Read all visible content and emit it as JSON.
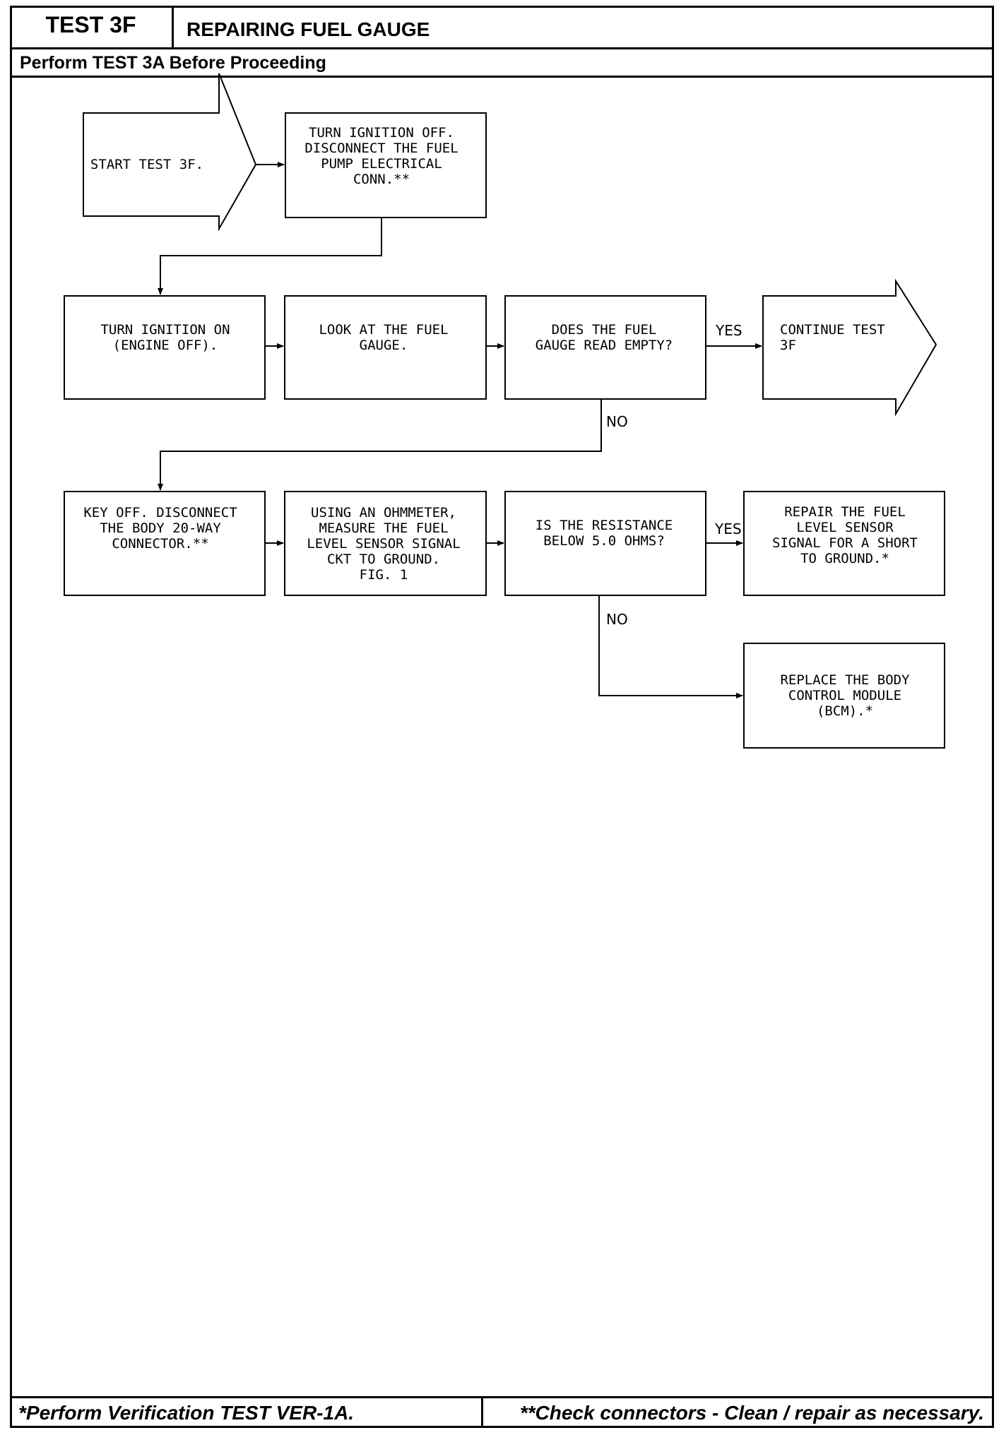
{
  "header": {
    "test_id": "TEST 3F",
    "title": "REPAIRING FUEL GAUGE",
    "subtitle": "Perform TEST 3A Before Proceeding"
  },
  "nodes": [
    {
      "id": "start",
      "shape": "arrow",
      "lines": [
        "START TEST 3F."
      ]
    },
    {
      "id": "n1",
      "shape": "box",
      "lines": [
        "TURN IGNITION OFF.",
        "DISCONNECT THE FUEL",
        "PUMP ELECTRICAL",
        "CONN.**"
      ]
    },
    {
      "id": "n2",
      "shape": "box",
      "lines": [
        "TURN IGNITION ON",
        "(ENGINE OFF)."
      ]
    },
    {
      "id": "n3",
      "shape": "box",
      "lines": [
        "LOOK AT THE FUEL",
        "GAUGE."
      ]
    },
    {
      "id": "n4",
      "shape": "box",
      "lines": [
        "DOES THE FUEL",
        "GAUGE READ EMPTY?"
      ]
    },
    {
      "id": "cont",
      "shape": "arrow",
      "lines": [
        "CONTINUE TEST",
        "3F"
      ]
    },
    {
      "id": "n5",
      "shape": "box",
      "lines": [
        "KEY OFF. DISCONNECT",
        "THE BODY 20-WAY",
        "CONNECTOR.**"
      ]
    },
    {
      "id": "n6",
      "shape": "box",
      "lines": [
        "USING AN OHMMETER,",
        "MEASURE THE FUEL",
        "LEVEL SENSOR SIGNAL",
        "CKT TO GROUND.",
        "FIG. 1"
      ]
    },
    {
      "id": "n7",
      "shape": "box",
      "lines": [
        "IS THE RESISTANCE",
        "BELOW 5.0 OHMS?"
      ]
    },
    {
      "id": "n8",
      "shape": "box",
      "lines": [
        "REPAIR THE FUEL",
        "LEVEL SENSOR",
        "SIGNAL FOR A SHORT",
        "TO GROUND.*"
      ]
    },
    {
      "id": "n9",
      "shape": "box",
      "lines": [
        "REPLACE THE BODY",
        "CONTROL MODULE",
        "(BCM).*"
      ]
    }
  ],
  "edges": [
    {
      "from": "start",
      "to": "n1",
      "label": ""
    },
    {
      "from": "n1",
      "to": "n2",
      "label": ""
    },
    {
      "from": "n2",
      "to": "n3",
      "label": ""
    },
    {
      "from": "n3",
      "to": "n4",
      "label": ""
    },
    {
      "from": "n4",
      "to": "cont",
      "label": "YES"
    },
    {
      "from": "n4",
      "to": "n5",
      "label": "NO"
    },
    {
      "from": "n5",
      "to": "n6",
      "label": ""
    },
    {
      "from": "n6",
      "to": "n7",
      "label": ""
    },
    {
      "from": "n7",
      "to": "n8",
      "label": "YES"
    },
    {
      "from": "n7",
      "to": "n9",
      "label": "NO"
    }
  ],
  "footer": {
    "left": "*Perform Verification TEST VER-1A.",
    "right": "**Check connectors - Clean / repair as necessary."
  }
}
